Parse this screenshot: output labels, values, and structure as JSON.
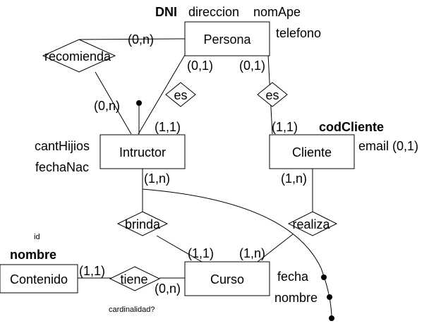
{
  "entities": {
    "persona": "Persona",
    "intructor": "Intructor",
    "cliente": "Cliente",
    "curso": "Curso",
    "contenido": "Contenido"
  },
  "relationships": {
    "recomienda": "recomienda",
    "es_intructor": "es",
    "es_cliente": "es",
    "brinda": "brinda",
    "realiza": "realiza",
    "tiene": "tiene"
  },
  "attributes": {
    "persona_key": "DNI",
    "persona_direccion": "direccion",
    "persona_nomape": "nomApe",
    "persona_telefono": "telefono",
    "intructor_cant_hijos": "cantHijios",
    "intructor_fecha_nac": "fechaNac",
    "cliente_key": "codCliente",
    "cliente_email": "email (0,1)",
    "contenido_key": "nombre",
    "curso_fecha": "fecha",
    "curso_nombre": "nombre"
  },
  "cardinalities": {
    "recomienda_persona": "(0,n)",
    "recomienda_intructor": "(0,n)",
    "es_persona_left": "(0,1)",
    "es_persona_right": "(0,1)",
    "es_intructor": "(1,1)",
    "es_cliente": "(1,1)",
    "brinda_intructor": "(1,n)",
    "realiza_cliente": "(1,n)",
    "brinda_curso": "(1,1)",
    "realiza_curso": "(1,n)",
    "tiene_contenido": "(1,1)",
    "tiene_curso": "(0,n)"
  },
  "notes": {
    "id": "id",
    "cardinalidad": "cardinalidad?"
  }
}
